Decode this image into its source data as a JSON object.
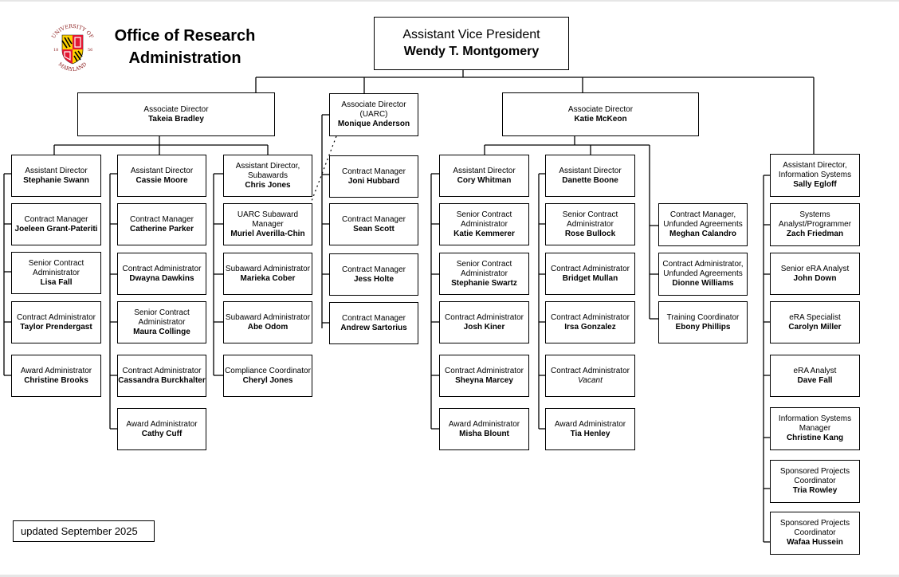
{
  "header": {
    "office_line1": "Office of Research",
    "office_line2": "Administration",
    "logo": {
      "name": "university-of-maryland-seal",
      "text_top": "UNIVERSITY OF",
      "text_bottom": "MARYLAND",
      "year_left": "18",
      "year_right": "56",
      "colors": {
        "red": "#e21833",
        "gold": "#ffd200",
        "black": "#000000",
        "white": "#ffffff"
      }
    }
  },
  "avp": {
    "title": "Assistant Vice President",
    "name": "Wendy T. Montgomery"
  },
  "associate_directors": [
    {
      "title": "Associate Director",
      "name": "Takeia Bradley"
    },
    {
      "title": "Associate Director (UARC)",
      "name": "Monique Anderson"
    },
    {
      "title": "Associate Director",
      "name": "Katie McKeon"
    }
  ],
  "bradley_columns": [
    [
      {
        "title": "Assistant Director",
        "name": "Stephanie Swann"
      },
      {
        "title": "Contract Manager",
        "name": "Joeleen Grant-Pateriti"
      },
      {
        "title": "Senior Contract Administrator",
        "name": "Lisa Fall"
      },
      {
        "title": "Contract Administrator",
        "name": "Taylor Prendergast"
      },
      {
        "title": "Award Administrator",
        "name": "Christine Brooks"
      }
    ],
    [
      {
        "title": "Assistant Director",
        "name": "Cassie Moore"
      },
      {
        "title": "Contract Manager",
        "name": "Catherine Parker"
      },
      {
        "title": "Contract Administrator",
        "name": "Dwayna Dawkins"
      },
      {
        "title": "Senior Contract Administrator",
        "name": "Maura Collinge"
      },
      {
        "title": "Contract Administrator",
        "name": "Cassandra Burckhalter"
      },
      {
        "title": "Award Administrator",
        "name": "Cathy Cuff"
      }
    ],
    [
      {
        "title": "Assistant Director, Subawards",
        "name": "Chris Jones"
      },
      {
        "title": "UARC Subaward Manager",
        "name": "Muriel Averilla-Chin"
      },
      {
        "title": "Subaward Administrator",
        "name": "Marieka Cober"
      },
      {
        "title": "Subaward Administrator",
        "name": "Abe Odom"
      },
      {
        "title": "Compliance Coordinator",
        "name": "Cheryl Jones"
      }
    ]
  ],
  "uarc_column": [
    {
      "title": "Contract Manager",
      "name": "Joni Hubbard"
    },
    {
      "title": "Contract Manager",
      "name": "Sean Scott"
    },
    {
      "title": "Contract Manager",
      "name": "Jess Holte"
    },
    {
      "title": "Contract Manager",
      "name": "Andrew Sartorius"
    }
  ],
  "mckeon_columns": [
    [
      {
        "title": "Assistant Director",
        "name": "Cory Whitman"
      },
      {
        "title": "Senior Contract Administrator",
        "name": "Katie Kemmerer"
      },
      {
        "title": "Senior Contract Administrator",
        "name": "Stephanie Swartz"
      },
      {
        "title": "Contract Administrator",
        "name": "Josh Kiner"
      },
      {
        "title": "Contract Administrator",
        "name": "Sheyna Marcey"
      },
      {
        "title": "Award Administrator",
        "name": "Misha Blount"
      }
    ],
    [
      {
        "title": "Assistant Director",
        "name": "Danette Boone"
      },
      {
        "title": "Senior Contract Administrator",
        "name": "Rose Bullock"
      },
      {
        "title": "Contract Administrator",
        "name": "Bridget Mullan"
      },
      {
        "title": "Contract Administrator",
        "name": "Irsa Gonzalez"
      },
      {
        "title": "Contract Administrator",
        "name": "Vacant"
      },
      {
        "title": "Award Administrator",
        "name": "Tia Henley"
      }
    ],
    [
      {
        "title": "Contract Manager, Unfunded Agreements",
        "name": "Meghan Calandro"
      },
      {
        "title": "Contract Administrator, Unfunded Agreements",
        "name": "Dionne Williams"
      },
      {
        "title": "Training Coordinator",
        "name": "Ebony Phillips"
      }
    ]
  ],
  "info_systems_column": [
    {
      "title": "Assistant Director, Information Systems",
      "name": "Sally Egloff"
    },
    {
      "title": "Systems Analyst/Programmer",
      "name": "Zach Friedman"
    },
    {
      "title": "Senior eRA Analyst",
      "name": "John Down"
    },
    {
      "title": "eRA Specialist",
      "name": "Carolyn Miller"
    },
    {
      "title": "eRA Analyst",
      "name": "Dave Fall"
    },
    {
      "title": "Information Systems Manager",
      "name": "Christine Kang"
    },
    {
      "title": "Sponsored Projects Coordinator",
      "name": "Tria Rowley"
    },
    {
      "title": "Sponsored Projects Coordinator",
      "name": "Wafaa Hussein"
    }
  ],
  "footer": {
    "updated": "updated September 2025"
  }
}
